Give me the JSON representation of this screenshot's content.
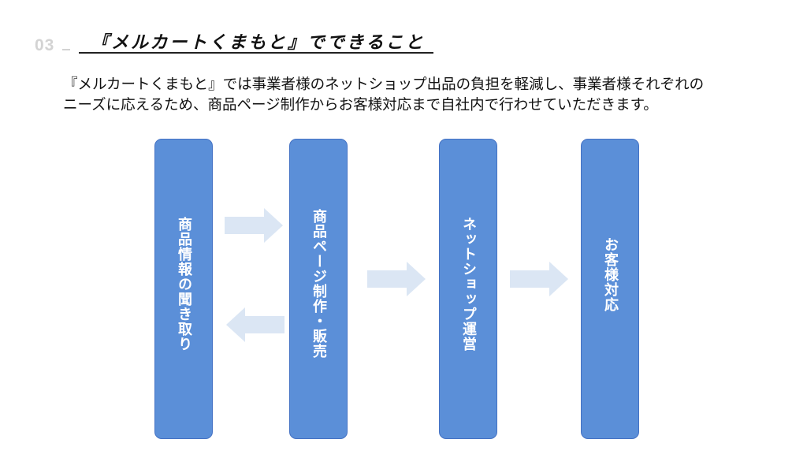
{
  "header": {
    "section_number": "03",
    "title": "『メルカートくまもと』でできること"
  },
  "description": {
    "line1": "『メルカートくまもと』では事業者様のネットショップ出品の負担を軽減し、事業者様それぞれの",
    "line2": "ニーズに応えるため、商品ページ制作からお客様対応まで自社内で行わせていただきます。"
  },
  "flow": {
    "steps": [
      {
        "label": "商品情報の聞き取り"
      },
      {
        "label": "商品ページ制作・販売"
      },
      {
        "label": "ネットショップ運営"
      },
      {
        "label": "お客様対応"
      }
    ]
  },
  "colors": {
    "box_fill": "#5b8fd8",
    "box_border": "#4472c4",
    "arrow_fill": "#dbe6f4",
    "section_number": "#d3d3d3"
  }
}
